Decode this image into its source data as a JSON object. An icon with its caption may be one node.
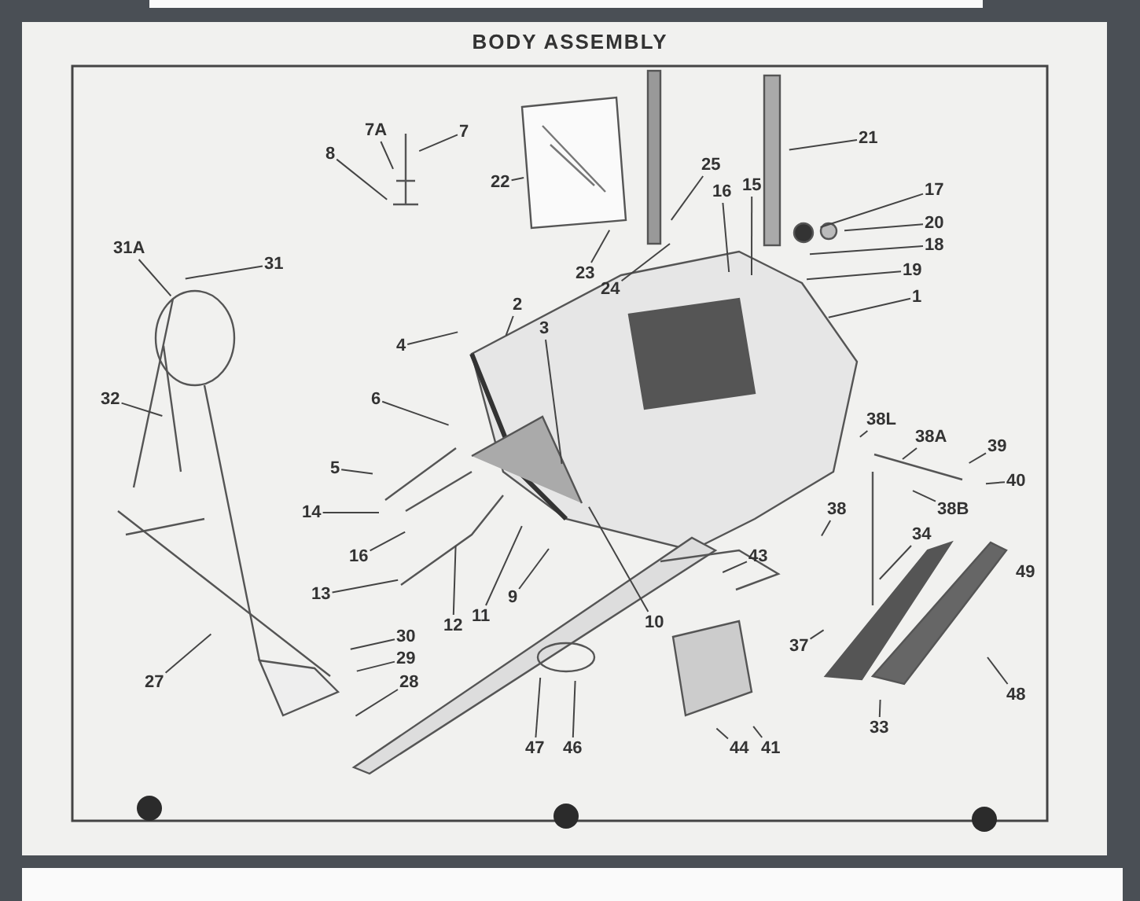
{
  "diagram": {
    "title": "BODY ASSEMBLY",
    "nodes": [
      {
        "text": [
          "7A"
        ]
      },
      {
        "text": [
          "7"
        ]
      },
      {
        "text": [
          "8"
        ]
      },
      {
        "text": [
          "22"
        ]
      },
      {
        "text": [
          "21"
        ]
      },
      {
        "text": [
          "31A"
        ]
      },
      {
        "text": [
          "31"
        ]
      },
      {
        "text": [
          "25"
        ]
      },
      {
        "text": [
          "23"
        ]
      },
      {
        "text": [
          "24"
        ]
      },
      {
        "text": [
          "16"
        ]
      },
      {
        "text": [
          "15"
        ]
      },
      {
        "text": [
          "17"
        ]
      },
      {
        "text": [
          "20"
        ]
      },
      {
        "text": [
          "18"
        ]
      },
      {
        "text": [
          "19"
        ]
      },
      {
        "text": [
          "1"
        ]
      },
      {
        "text": [
          "2"
        ]
      },
      {
        "text": [
          "3"
        ]
      },
      {
        "text": [
          "4"
        ]
      },
      {
        "text": [
          "32"
        ]
      },
      {
        "text": [
          "6"
        ]
      },
      {
        "text": [
          "5"
        ]
      },
      {
        "text": [
          "14"
        ]
      },
      {
        "text": [
          "16"
        ]
      },
      {
        "text": [
          "13"
        ]
      },
      {
        "text": [
          "12"
        ]
      },
      {
        "text": [
          "11"
        ]
      },
      {
        "text": [
          "9"
        ]
      },
      {
        "text": [
          "10"
        ]
      },
      {
        "text": [
          "30"
        ]
      },
      {
        "text": [
          "29"
        ]
      },
      {
        "text": [
          "28"
        ]
      },
      {
        "text": [
          "27"
        ]
      },
      {
        "text": [
          "47"
        ]
      },
      {
        "text": [
          "46"
        ]
      },
      {
        "text": [
          "44"
        ]
      },
      {
        "text": [
          "41"
        ]
      },
      {
        "text": [
          "33"
        ]
      },
      {
        "text": [
          "37"
        ]
      },
      {
        "text": [
          "43"
        ]
      },
      {
        "text": [
          "48"
        ]
      },
      {
        "text": [
          "34"
        ]
      },
      {
        "text": [
          "38"
        ]
      },
      {
        "text": [
          "38B"
        ]
      },
      {
        "text": [
          "38L"
        ]
      },
      {
        "text": [
          "38A"
        ]
      },
      {
        "text": [
          "39"
        ]
      },
      {
        "text": [
          "40"
        ]
      }
    ],
    "edges": [
      {
        "from": 0,
        "to": null,
        "arrow": "none"
      },
      {
        "from": 1,
        "to": null,
        "arrow": "none"
      },
      {
        "from": 2,
        "to": null,
        "arrow": "none"
      },
      {
        "from": 3,
        "to": null,
        "arrow": "none"
      },
      {
        "from": 4,
        "to": null,
        "arrow": "none"
      },
      {
        "from": 5,
        "to": null,
        "arrow": "none"
      },
      {
        "from": 6,
        "to": null,
        "arrow": "none"
      },
      {
        "from": 7,
        "to": null,
        "arrow": "none"
      },
      {
        "from": 8,
        "to": null,
        "arrow": "none"
      },
      {
        "from": 9,
        "to": null,
        "arrow": "none"
      },
      {
        "from": 10,
        "to": null,
        "arrow": "none"
      },
      {
        "from": 11,
        "to": null,
        "arrow": "none"
      },
      {
        "from": 12,
        "to": null,
        "arrow": "none"
      },
      {
        "from": 13,
        "to": null,
        "arrow": "none"
      },
      {
        "from": 14,
        "to": null,
        "arrow": "none"
      },
      {
        "from": 15,
        "to": null,
        "arrow": "none"
      },
      {
        "from": 16,
        "to": null,
        "arrow": "none"
      },
      {
        "from": 17,
        "to": null,
        "arrow": "none"
      },
      {
        "from": 18,
        "to": null,
        "arrow": "none"
      },
      {
        "from": 19,
        "to": null,
        "arrow": "none"
      },
      {
        "from": 20,
        "to": null,
        "arrow": "none"
      },
      {
        "from": 21,
        "to": null,
        "arrow": "none"
      },
      {
        "from": 22,
        "to": null,
        "arrow": "none"
      },
      {
        "from": 23,
        "to": null,
        "arrow": "none"
      },
      {
        "from": 24,
        "to": null,
        "arrow": "none"
      },
      {
        "from": 25,
        "to": null,
        "arrow": "none"
      },
      {
        "from": 26,
        "to": null,
        "arrow": "none"
      },
      {
        "from": 27,
        "to": null,
        "arrow": "none"
      },
      {
        "from": 28,
        "to": null,
        "arrow": "none"
      },
      {
        "from": 29,
        "to": null,
        "arrow": "none"
      },
      {
        "from": 30,
        "to": null,
        "arrow": "none"
      },
      {
        "from": 31,
        "to": null,
        "arrow": "none"
      },
      {
        "from": 32,
        "to": null,
        "arrow": "none"
      },
      {
        "from": 33,
        "to": null,
        "arrow": "none"
      },
      {
        "from": 34,
        "to": null,
        "arrow": "none"
      },
      {
        "from": 35,
        "to": null,
        "arrow": "none"
      },
      {
        "from": 36,
        "to": null,
        "arrow": "none"
      },
      {
        "from": 37,
        "to": null,
        "arrow": "none"
      },
      {
        "from": 38,
        "to": null,
        "arrow": "none"
      },
      {
        "from": 39,
        "to": null,
        "arrow": "none"
      },
      {
        "from": 40,
        "to": null,
        "arrow": "none"
      },
      {
        "from": 41,
        "to": null,
        "arrow": "none"
      },
      {
        "from": 42,
        "to": null,
        "arrow": "none"
      },
      {
        "from": 43,
        "to": null,
        "arrow": "none"
      },
      {
        "from": 44,
        "to": null,
        "arrow": "none"
      },
      {
        "from": 45,
        "to": null,
        "arrow": "none"
      },
      {
        "from": 46,
        "to": null,
        "arrow": "none"
      },
      {
        "from": 47,
        "to": null,
        "arrow": "none"
      },
      {
        "from": 48,
        "to": null,
        "arrow": "none"
      }
    ],
    "labels": [
      "49"
    ]
  }
}
